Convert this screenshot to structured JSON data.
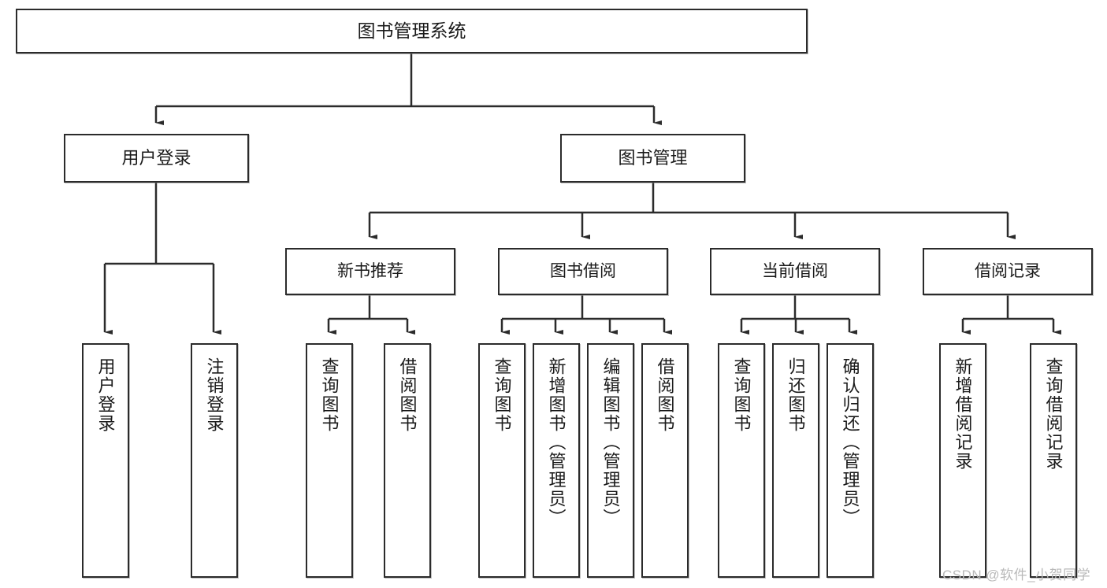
{
  "diagram": {
    "title": "图书管理系统",
    "type": "tree-hierarchy-chart",
    "root": {
      "label": "图书管理系统"
    },
    "level1": [
      {
        "label": "用户登录"
      },
      {
        "label": "图书管理"
      }
    ],
    "level2": [
      {
        "label": "新书推荐"
      },
      {
        "label": "图书借阅"
      },
      {
        "label": "当前借阅"
      },
      {
        "label": "借阅记录"
      }
    ],
    "leaves": {
      "user_login": [
        {
          "label": "用户登录"
        },
        {
          "label": "注销登录"
        }
      ],
      "new_book_recommend": [
        {
          "label": "查询图书"
        },
        {
          "label": "借阅图书"
        }
      ],
      "book_borrow": [
        {
          "label": "查询图书"
        },
        {
          "label": "新增图书（管理员）"
        },
        {
          "label": "编辑图书（管理员）"
        },
        {
          "label": "借阅图书"
        }
      ],
      "current_borrow": [
        {
          "label": "查询图书"
        },
        {
          "label": "归还图书"
        },
        {
          "label": "确认归还（管理员）"
        }
      ],
      "borrow_record": [
        {
          "label": "新增借阅记录"
        },
        {
          "label": "查询借阅记录"
        }
      ]
    }
  },
  "watermark": {
    "text": "CSDN @软件_小贺同学"
  },
  "colors": {
    "border": "#2b2b2b",
    "background": "#ffffff",
    "text": "#1a1a1a",
    "connector": "#2b2b2b",
    "watermark": "#b9b9b9"
  }
}
